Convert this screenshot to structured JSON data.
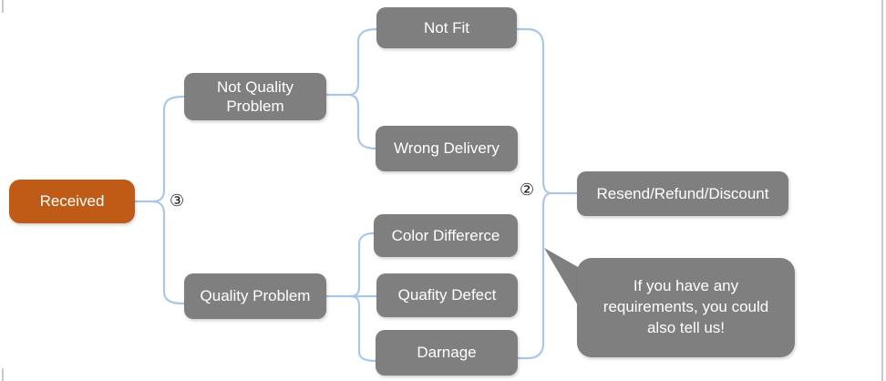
{
  "diagram": {
    "nodes": {
      "received": "Received",
      "not_quality_problem": "Not Quality Problem",
      "not_fit": "Not Fit",
      "wrong_delivery": "Wrong Delivery",
      "quality_problem": "Quality Problem",
      "color_differerce": "Color Differerce",
      "quafity_defect": "Quafity Defect",
      "darnage": "Darnage",
      "resolution": "Resend/Refund/Discount"
    },
    "step_labels": {
      "received_branch": "③",
      "resolution_branch": "②"
    },
    "callout": {
      "line1": "If you have any",
      "line2": "requirements, you could",
      "line3": "also tell us!"
    },
    "colors": {
      "root_fill": "#bf5b17",
      "node_fill": "#7f7f7f",
      "connector": "#a9c7e8",
      "node_text": "#ffffff",
      "label_text": "#1a1a1a",
      "background": "#ffffff"
    }
  }
}
